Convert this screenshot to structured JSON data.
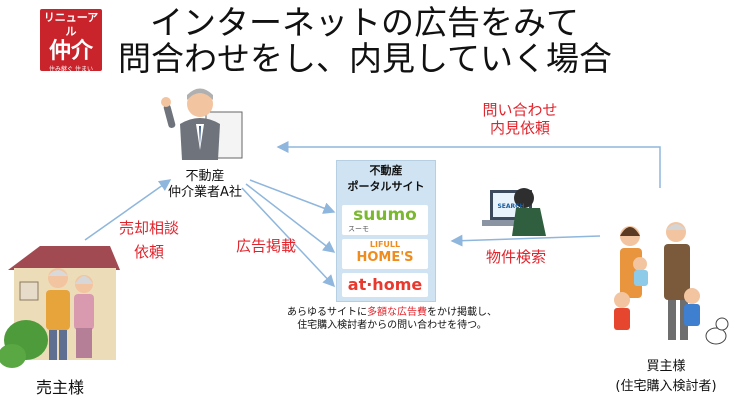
{
  "logo": {
    "top": "リニューアル",
    "mark": "仲介",
    "bottom": "住み継ぐ 住まい"
  },
  "title": {
    "line1": "インターネットの広告をみて",
    "line2": "問合わせをし、内見していく場合"
  },
  "agent": {
    "line1": "不動産",
    "line2": "仲介業者A社"
  },
  "seller": {
    "label": "売主様"
  },
  "buyer": {
    "line1": "買主様",
    "line2": "(住宅購入検討者)"
  },
  "arrows": {
    "inquiry_line1": "問い合わせ",
    "inquiry_line2": "内見依頼",
    "sale_line1": "売却相談",
    "sale_line2": "依頼",
    "ad": "広告掲載",
    "search": "物件検索"
  },
  "portal": {
    "head_line1": "不動産",
    "head_line2": "ポータルサイト",
    "sites": [
      {
        "name": "suumo",
        "sub": "スーモ"
      },
      {
        "name_top": "LIFULL",
        "name": "HOME'S"
      },
      {
        "name": "at·home"
      }
    ]
  },
  "laptop": {
    "screen_text": "SEARCH"
  },
  "note": {
    "line1_pre": "あらゆるサイトに",
    "line1_hl": "多額な広告費",
    "line1_post": "をかけ掲載し、",
    "line2": "住宅購入検討者からの問い合わせを待つ。"
  },
  "colors": {
    "accent_red": "#e0242c",
    "arrow_blue": "#8fb6dc",
    "portal_bg": "#cfe3f3",
    "logo_red": "#c9232b",
    "suumo_green": "#7ab82f",
    "homes_orange": "#f08c1e",
    "athome_red": "#e8392e"
  }
}
